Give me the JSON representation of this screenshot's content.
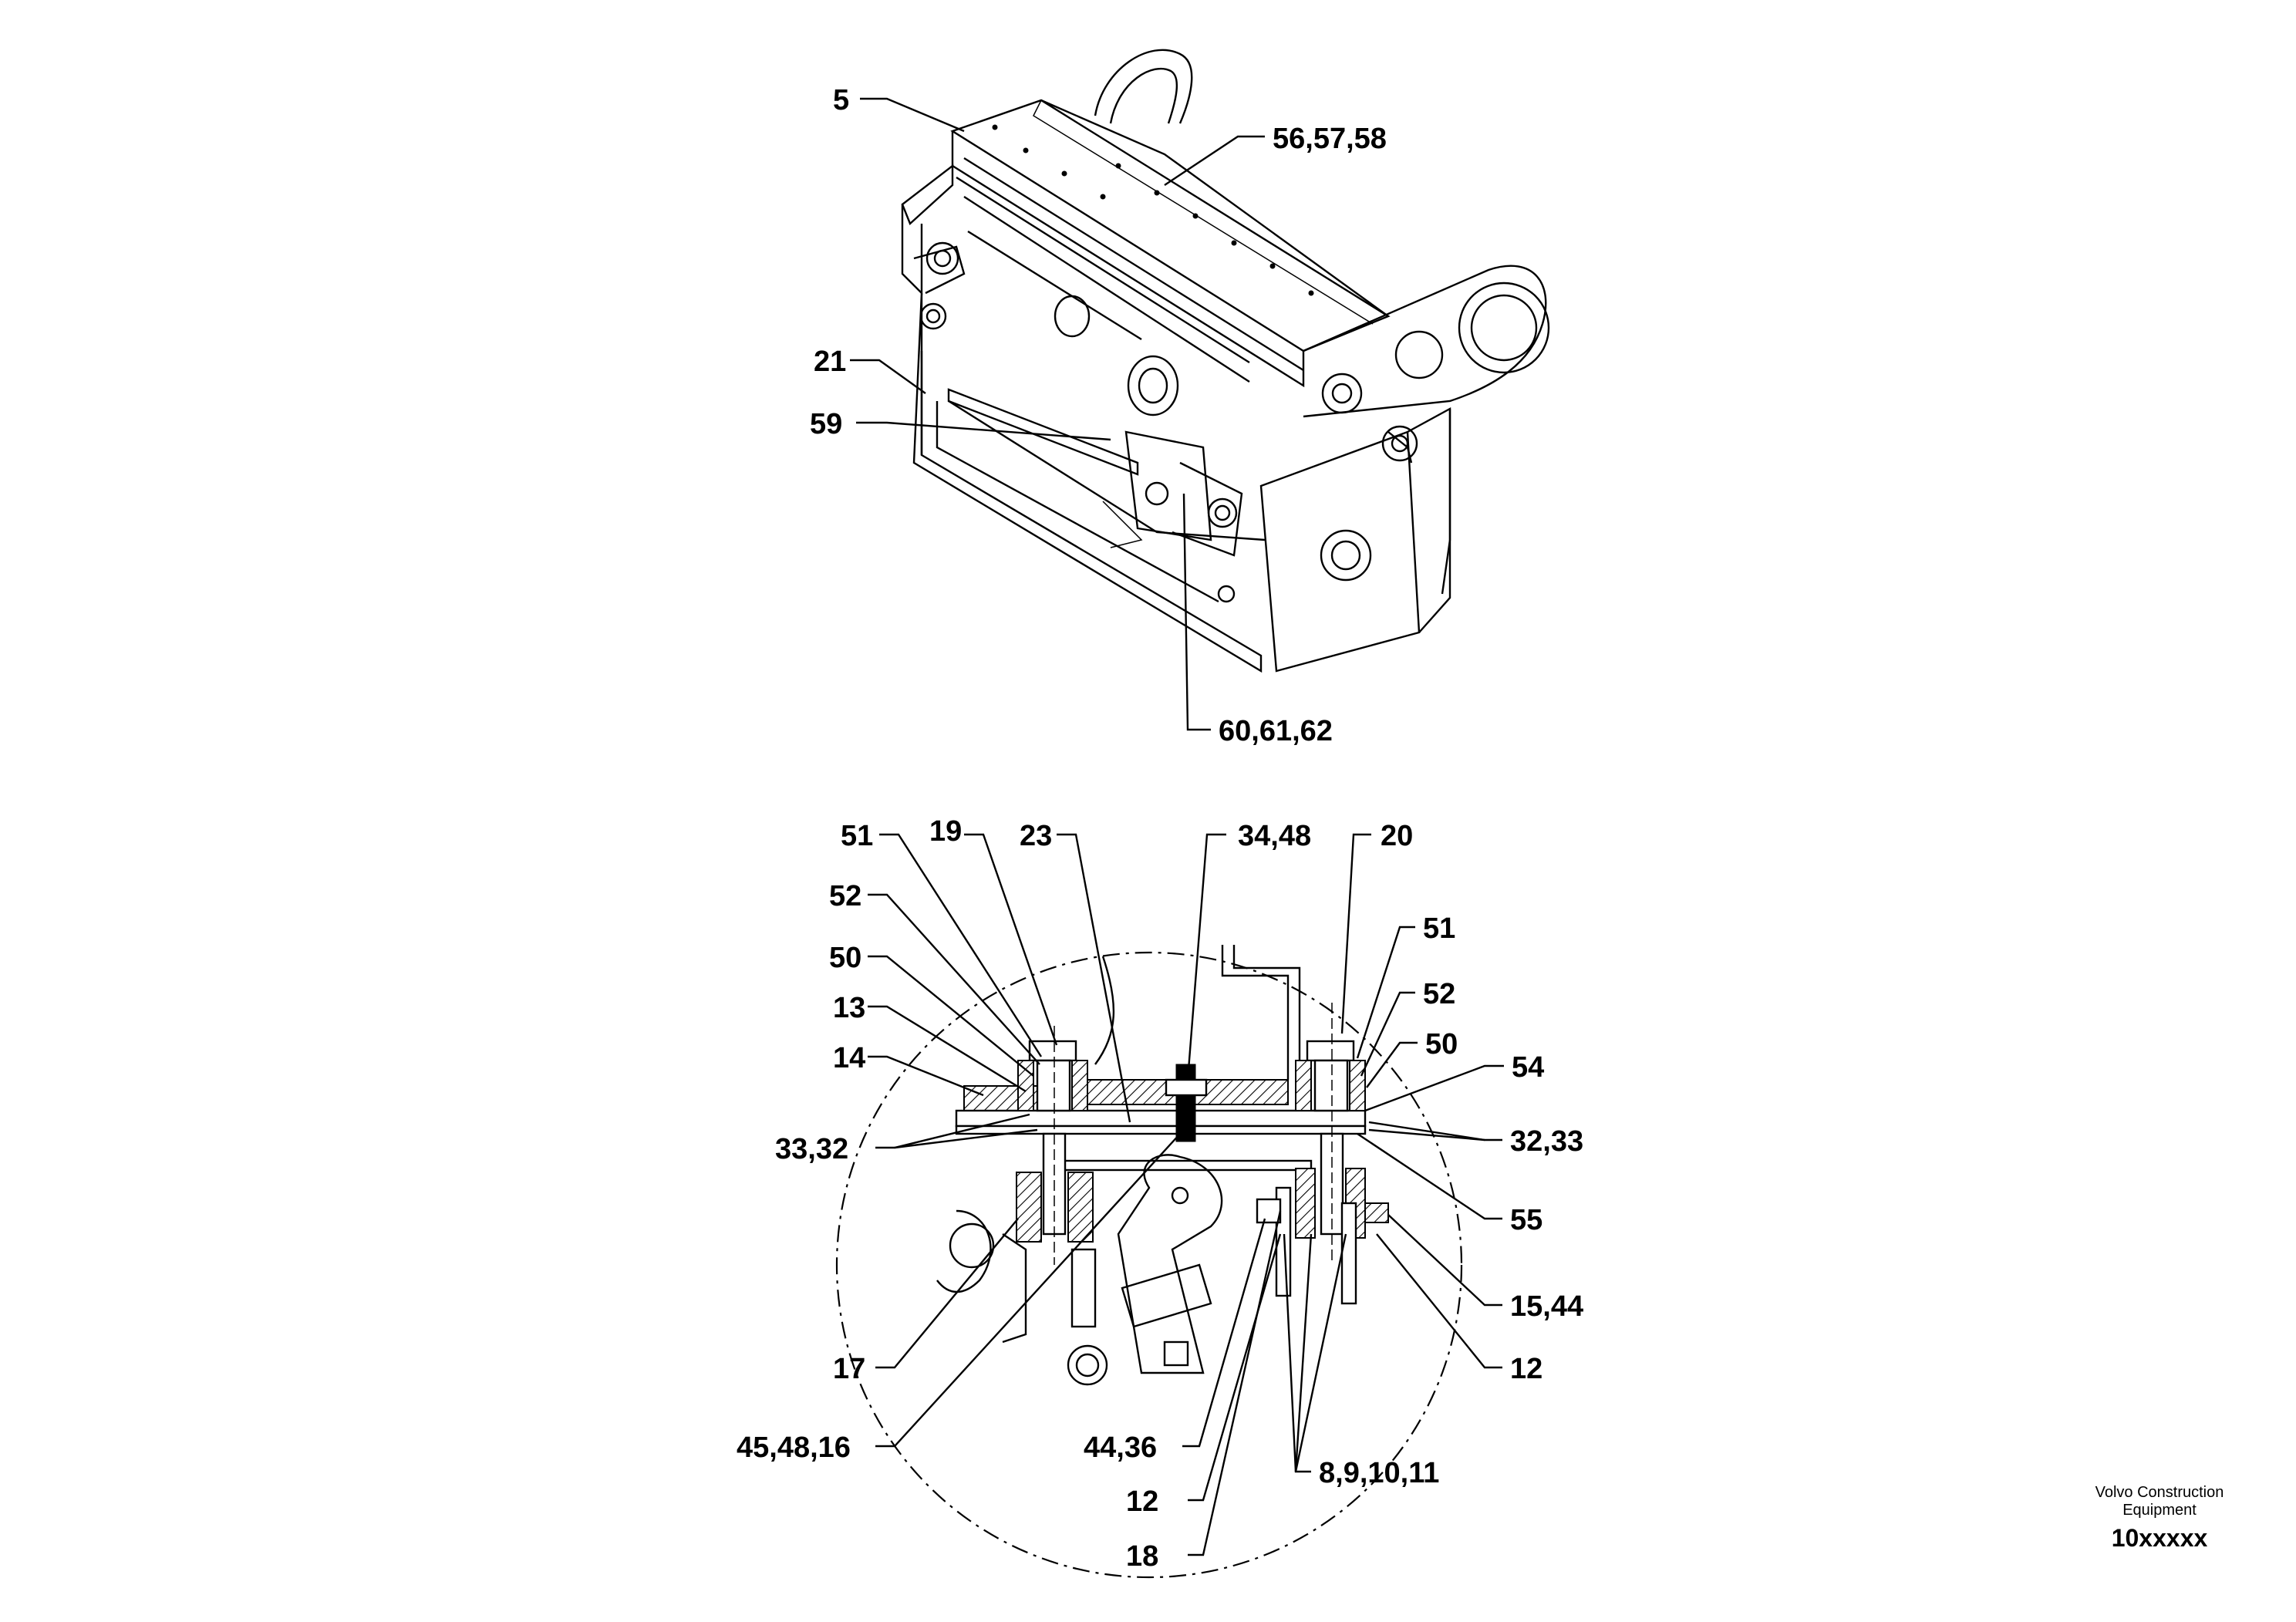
{
  "upper_view": {
    "callouts": {
      "c5": "5",
      "c56": "56,57,58",
      "c21": "21",
      "c59": "59",
      "c60": "60,61,62"
    }
  },
  "detail_view": {
    "callouts": {
      "c51a": "51",
      "c19": "19",
      "c23": "23",
      "c3448": "34,48",
      "c20": "20",
      "c52a": "52",
      "c50a": "50",
      "c13": "13",
      "c14": "14",
      "c3332": "33,32",
      "c51b": "51",
      "c52b": "52",
      "c50b": "50",
      "c54": "54",
      "c3233": "32,33",
      "c55": "55",
      "c1544": "15,44",
      "c12a": "12",
      "c17": "17",
      "c454816": "45,48,16",
      "c4436": "44,36",
      "c12b": "12",
      "c8911": "8,9,10,11",
      "c18": "18"
    }
  },
  "footer": {
    "company_line1": "Volvo Construction",
    "company_line2": "Equipment",
    "drawing_number": "10xxxxx"
  }
}
